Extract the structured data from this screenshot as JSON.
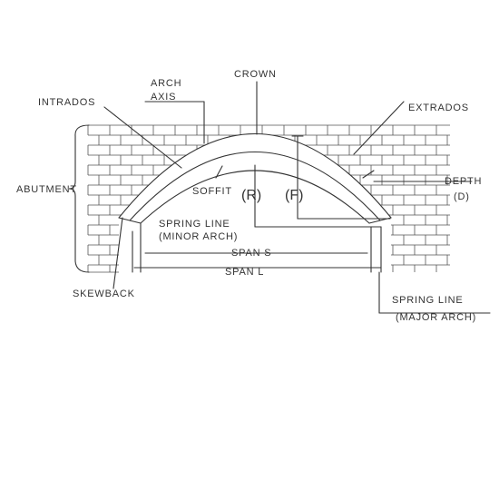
{
  "labels": {
    "crown": "CROWN",
    "arch_axis_line1": "ARCH",
    "arch_axis_line2": "AXIS",
    "intrados": "INTRADOS",
    "extrados": "EXTRADOS",
    "abutment": "ABUTMENT",
    "soffit": "SOFFIT",
    "radius": "(R)",
    "rise": "(F)",
    "depth_line1": "DEPTH",
    "depth_line2": "(D)",
    "spring_line_minor_1": "SPRING LINE",
    "spring_line_minor_2": "(MINOR ARCH)",
    "span_s": "SPAN S",
    "span_l": "SPAN L",
    "skewback": "SKEWBACK",
    "spring_line_major_1": "SPRING LINE",
    "spring_line_major_2": "(MAJOR ARCH)"
  }
}
